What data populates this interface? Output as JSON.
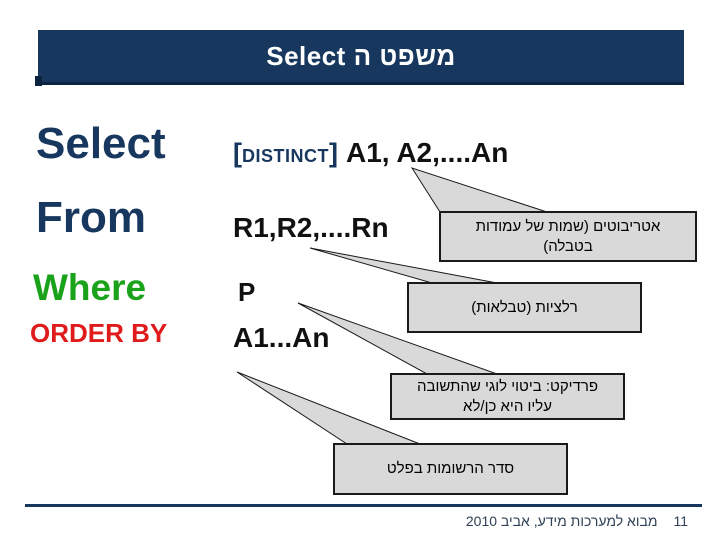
{
  "header": {
    "title": "משפט ה Select"
  },
  "statement": {
    "rows": [
      {
        "keyword": "Select",
        "bracket_open": "[",
        "distinct_word": "DISTINCT",
        "bracket_close": "]",
        "value": "A1, A2,....An"
      },
      {
        "keyword": "From",
        "value": "R1,R2,....Rn"
      },
      {
        "keyword": "Where",
        "value": "P"
      },
      {
        "keyword": "ORDER BY",
        "value": "A1...An"
      }
    ]
  },
  "callouts": [
    {
      "name": "attributes",
      "lines": [
        "אטריבוטים (שמות של עמודות",
        "בטבלה)"
      ]
    },
    {
      "name": "relations",
      "lines": [
        "רלציות (טבלאות)"
      ]
    },
    {
      "name": "predicate",
      "lines": [
        "פרדיקט: ביטוי לוגי שהתשובה",
        "עליו היא כן/לא"
      ]
    },
    {
      "name": "output-order",
      "lines": [
        "סדר הרשומות בפלט"
      ]
    }
  ],
  "footer": {
    "text": "מבוא למערכות מידע, אביב 2010",
    "page_number": "11"
  },
  "colors": {
    "header_bg": "#17375E",
    "keyword_navy": "#17375E",
    "keyword_green": "#1AA21A",
    "keyword_red": "#E01B1B",
    "callout_bg": "#D9D9D9",
    "callout_border": "#1a1a1a",
    "footer_line": "#17375E"
  }
}
